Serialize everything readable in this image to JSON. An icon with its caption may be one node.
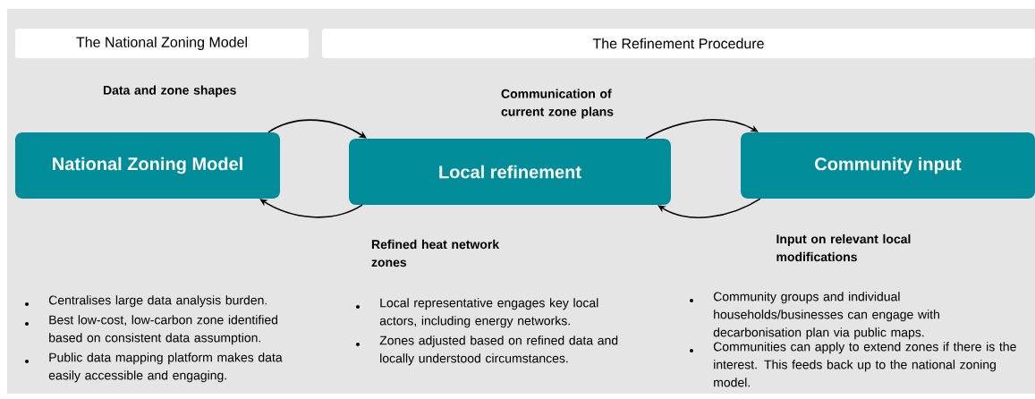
{
  "diagram": {
    "nodes": [
      {
        "text": [
          "The National Zoning Model"
        ]
      },
      {
        "text": [
          "The Refinement Procedure"
        ]
      },
      {
        "text": [
          "National Zoning Model"
        ]
      },
      {
        "text": [
          "Local refinement"
        ]
      },
      {
        "text": [
          "Community input"
        ]
      }
    ],
    "edges": [
      {
        "from": 2,
        "to": 3,
        "arrow": "to",
        "label": "Data and zone shapes"
      },
      {
        "from": 3,
        "to": 4,
        "arrow": "to",
        "label": "Communication of current zone plans"
      },
      {
        "from": 4,
        "to": 3,
        "arrow": "to",
        "label": "Input on relevant local modifications"
      },
      {
        "from": 3,
        "to": 2,
        "arrow": "to",
        "label": "Refined heat network zones"
      }
    ],
    "labels": [
      "Centralises large data analysis burden.",
      "Best low-cost, low-carbon zone identified based on consistent data assumption.",
      "Public data mapping platform makes data easily accessible and engaging.",
      "Local representative engages key local actors, including energy networks.",
      "Zones adjusted based on refined data and locally understood circumstances.",
      "Community groups and individual households/businesses can engage with decarbonisation plan via public maps.",
      "Communities can apply to extend zones if there is the interest. This feeds back up to the national zoning model."
    ]
  }
}
